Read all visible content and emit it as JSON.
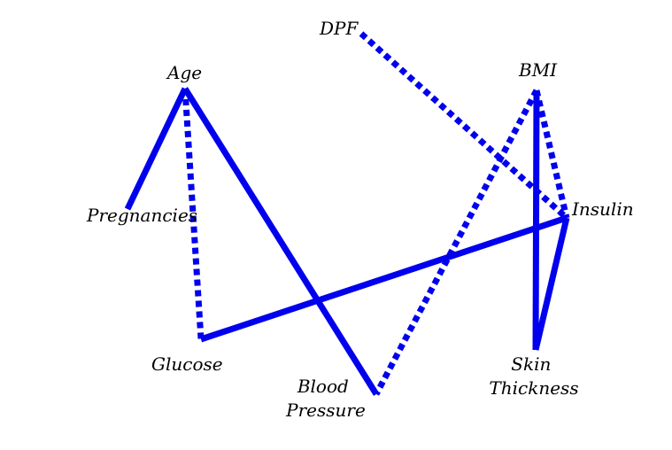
{
  "diagram": {
    "edge_color": "#0000ee",
    "nodes": {
      "dpf": {
        "lines": [
          "DPF"
        ]
      },
      "age": {
        "lines": [
          "Age"
        ]
      },
      "bmi": {
        "lines": [
          "BMI"
        ]
      },
      "pregnancies": {
        "lines": [
          "Pregnancies"
        ]
      },
      "insulin": {
        "lines": [
          "Insulin"
        ]
      },
      "glucose": {
        "lines": [
          "Glucose"
        ]
      },
      "blood_pressure": {
        "lines": [
          "Blood",
          "Pressure"
        ]
      },
      "skin_thickness": {
        "lines": [
          "Skin",
          "Thickness"
        ]
      }
    },
    "edges": [
      {
        "from": "age",
        "to": "pregnancies",
        "style": "solid"
      },
      {
        "from": "age",
        "to": "glucose",
        "style": "dashed"
      },
      {
        "from": "age",
        "to": "blood_pressure",
        "style": "solid"
      },
      {
        "from": "glucose",
        "to": "insulin",
        "style": "solid"
      },
      {
        "from": "dpf",
        "to": "insulin",
        "style": "dashed"
      },
      {
        "from": "bmi",
        "to": "insulin",
        "style": "dashed"
      },
      {
        "from": "bmi",
        "to": "blood_pressure",
        "style": "dashed"
      },
      {
        "from": "bmi",
        "to": "skin_thickness",
        "style": "solid"
      },
      {
        "from": "skin_thickness",
        "to": "insulin",
        "style": "solid"
      }
    ]
  }
}
